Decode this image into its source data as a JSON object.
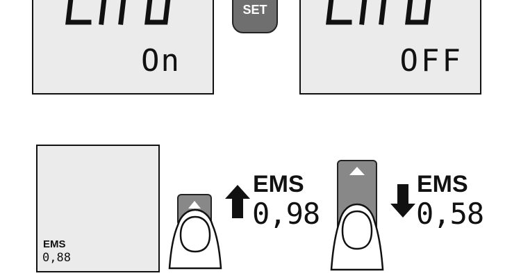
{
  "buttons": {
    "set_label": "SET"
  },
  "display_left": {
    "code": "EMS",
    "state": "On"
  },
  "display_right": {
    "code": "EMS",
    "state": "OFF"
  },
  "small_display": {
    "label": "EMS",
    "value": "0,88"
  },
  "increase": {
    "label": "EMS",
    "value": "0,98",
    "icon": "arrow-up-icon"
  },
  "decrease": {
    "label": "EMS",
    "value": "0,58",
    "icon": "arrow-down-icon"
  }
}
